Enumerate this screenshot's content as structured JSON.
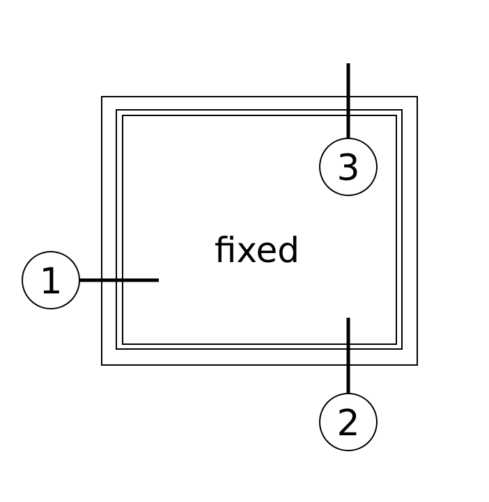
{
  "diagram": {
    "center_label": "fixed",
    "line_color": "#000000",
    "background": "#ffffff",
    "callouts": [
      {
        "number": "1"
      },
      {
        "number": "2"
      },
      {
        "number": "3"
      }
    ]
  }
}
